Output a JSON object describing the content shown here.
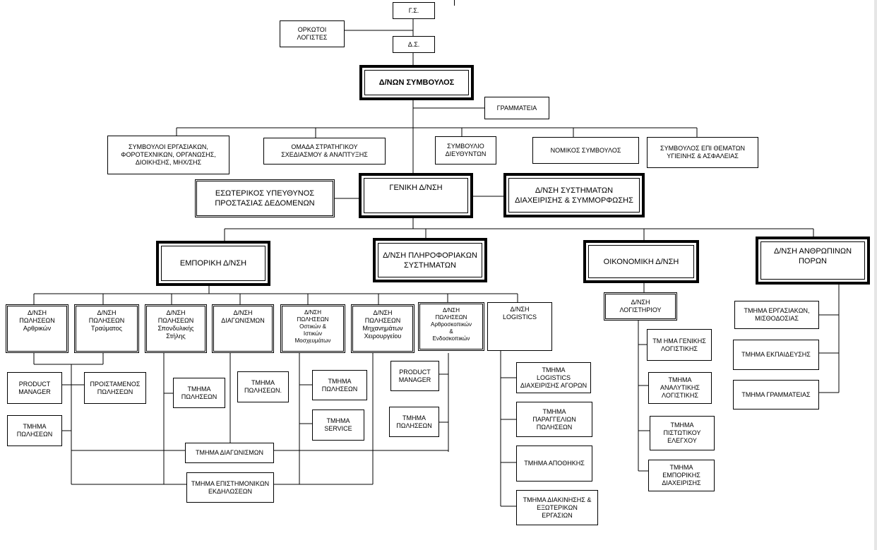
{
  "nodes": {
    "gs": "Γ.Σ.",
    "orkotoi": "ΟΡΚΩΤΟΙ\nΛΟΓΙΣΤΕΣ",
    "ds": "Δ.Σ.",
    "dnon_symvoulos": "Δ/ΝΩΝ ΣΥΜΒΟΥΛΟΣ",
    "grammateia": "ΓΡΑΜΜΑΤΕΙΑ",
    "symvouloi_ergasiakon": "ΣΥΜΒΟΥΛΟΙ ΕΡΓΑΣΙΑΚΩΝ,\nΦΟΡΟΤΕΧΝΙΚΩΝ, ΟΡΓΑΝΩΣΗΣ,\nΔΙΟΙΚΗΣΗΣ, ΜΗΧ/ΣΗΣ",
    "omada_stratigikou": "ΟΜΑΔΑ ΣΤΡΑΤΗΓΙΚΟΥ\nΣΧΕΔΙΑΣΜΟΥ & ΑΝΑΠΤΥΞΗΣ",
    "symvoulio_dieythynton": "ΣΥΜΒΟΥΛΙΟ\nΔΙΕΥΘΥΝΤΩΝ",
    "nomikos_symvoulos": "ΝΟΜΙΚΟΣ ΣΥΜΒΟΥΛΟΣ",
    "symvoulos_ygieinis": "ΣΥΜΒΟΥΛΟΣ ΕΠΙ ΘΕΜΑΤΩΝ\nΥΓΙΕΙΝΗΣ & ΑΣΦΑΛΕΙΑΣ",
    "esoterikos_ypeythynos": "ΕΣΩΤΕΡΙΚΟΣ ΥΠΕΥΘΥΝΟΣ\nΠΡΟΣΤΑΣΙΑΣ ΔΕΔΟΜΕΝΩΝ",
    "geniki_dnsi": "ΓΕΝΙΚΗ Δ/ΝΣΗ",
    "dnsi_systimaton": "Δ/ΝΣΗ ΣΥΣΤΗΜΑΤΩΝ\nΔΙΑΧΕΙΡΙΣΗΣ & ΣΥΜΜΟΡΦΩΣΗΣ",
    "emporiki_dnsi": "ΕΜΠΟΡΙΚΗ Δ/ΝΣΗ",
    "dnsi_pliroforiakon": "Δ/ΝΣΗ ΠΛΗΡΟΦΟΡΙΑΚΩΝ\nΣΥΣΤΗΜΑΤΩΝ",
    "oikonomiki_dnsi": "ΟΙΚΟΝΟΜΙΚΗ Δ/ΝΣΗ",
    "dnsi_anthropinon": "Δ/ΝΣΗ ΑΝΘΡΩΠΙΝΩΝ\nΠΟΡΩΝ",
    "pol_arthrikon": "Δ/ΝΣΗ\nΠΩΛΗΣΕΩΝ\nΑρθρικών",
    "pol_traumatos": "Δ/ΝΣΗ\nΠΩΛΗΣΕΩΝ\nΤραύματος",
    "pol_spondylikis": "Δ/ΝΣΗ\nΠΩΛΗΣΕΩΝ\nΣπονδυλικής\nΣτήλης",
    "dnsi_diagonismon": "Δ/ΝΣΗ\nΔΙΑΓΩΝΙΣΜΩΝ",
    "pol_ostikon": "Δ/ΝΣΗ\nΠΩΛΗΣΕΩΝ\nΟστικών &\nΙστικών\nΜοσχευμάτων",
    "pol_michanimaton": "Δ/ΝΣΗ\nΠΩΛΗΣΕΩΝ\nΜηχανημάτων\nΧειρουργείου",
    "pol_arthroskopikon": "Δ/ΝΣΗ\nΠΩΛΗΣΕΩΝ\nΑρθροσκοπικών\n&\nΕνδοσκοπικών",
    "dnsi_logistics": "Δ/ΝΣΗ\nLOGISTICS",
    "product_manager_1": "PRODUCT\nMANAGER",
    "proistamenos_poliseon": "ΠΡΟΙΣΤΑΜΕΝΟΣ\nΠΩΛΗΣΕΩΝ",
    "tmima_poliseon_1": "ΤΜΗΜΑ\nΠΩΛΗΣΕΩΝ",
    "tmima_poliseon_2": "ΤΜΗΜΑ\nΠΩΛΗΣΕΩΝ",
    "tmima_poliseon_3": "ΤΜΗΜΑ\nΠΩΛΗΣΕΩΝ.",
    "tmima_poliseon_4": "ΤΜΗΜΑ\nΠΩΛΗΣΕΩΝ",
    "tmima_service": "ΤΜΗΜΑ\nSERVICE",
    "product_manager_2": "PRODUCT\nMANAGER",
    "tmima_poliseon_5": "ΤΜΗΜΑ\nΠΩΛΗΣΕΩΝ",
    "tmima_diagonismon": "ΤΜΗΜΑ ΔΙΑΓΩΝΙΣΜΩΝ",
    "tmima_epistimonikon": "ΤΜΗΜΑ  ΕΠΙΣΤΗΜΟΝΙΚΩΝ\nΕΚΔΗΛΩΣΕΩΝ",
    "tmima_logistics_agoron": "ΤΜΗΜΑ\nLOGISTICS\nΔΙΑΧΕΙΡΙΣΗΣ ΑΓΟΡΩΝ",
    "tmima_paraggelion": "ΤΜΗΜΑ\nΠΑΡΑΓΓΕΛΙΩΝ\nΠΩΛΗΣΕΩΝ",
    "tmima_apothikis": "ΤΜΗΜΑ ΑΠΟΘΗΚΗΣ",
    "tmima_diakinisis": "ΤΜΗΜΑ ΔΙΑΚΙΝΗΣΗΣ &\nΕΞΩΤΕΡΙΚΩΝ\nΕΡΓΑΣΙΩΝ",
    "dnsi_logistiriou": "Δ/ΝΣΗ\nΛΟΓΙΣΤΗΡΙΟΥ",
    "tm_genikis_logistikis": "ΤΜ ΗΜΑ ΓΕΝΙΚΗΣ\nΛΟΓΙΣΤΙΚΗΣ",
    "tmima_analytikis": "ΤΜΗΜΑ\nΑΝΑΛΥΤΙΚΗΣ\nΛΟΓΙΣΤΙΚΗΣ",
    "tmima_pistotikou": "ΤΜΗΜΑ\nΠΙΣΤΩΤΙΚΟΥ\nΕΛΕΓΧΟΥ",
    "tmima_emporikis": "ΤΜΗΜΑ\nΕΜΠΟΡΙΚΗΣ\nΔΙΑΧΕΙΡΙΣΗΣ",
    "tmima_ergasiakon": "ΤΜΗΜΑ ΕΡΓΑΣΙΑΚΩΝ,\nΜΙΣΘΟΔΟΣΙΑΣ",
    "tmima_ekpaideysis": "ΤΜΗΜΑ ΕΚΠΑΙΔΕΥΣΗΣ",
    "tmima_grammateias": "ΤΜΗΜΑ ΓΡΑΜΜΑΤΕΙΑΣ"
  }
}
